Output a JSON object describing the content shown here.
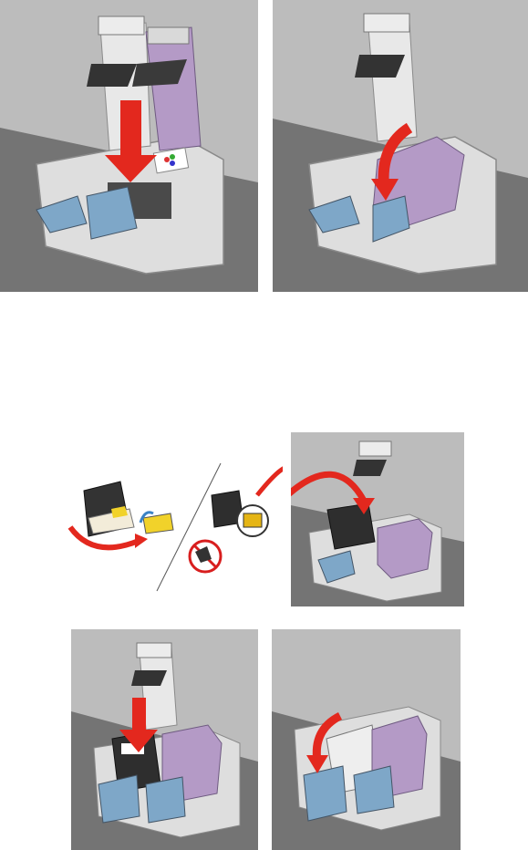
{
  "figure": {
    "panels": [
      {
        "name": "panel-insert-color-cartridge",
        "depicts": "color-cartridge-insert",
        "arrow": "down"
      },
      {
        "name": "panel-close-color-lid",
        "depicts": "color-lid-close",
        "arrow": "curved"
      },
      {
        "name": "panel-remove-tape-black-cartridge",
        "depicts": "black-cartridge-tape-removal"
      },
      {
        "name": "panel-insert-black-cartridge",
        "depicts": "black-cartridge-insert",
        "arrow": "curved"
      },
      {
        "name": "panel-push-black-cartridge",
        "depicts": "black-cartridge-seat",
        "arrow": "down"
      },
      {
        "name": "panel-close-black-lid",
        "depicts": "black-lid-close",
        "arrow": "curved"
      }
    ],
    "colors": {
      "background_light": "#b9b9b9",
      "background_dark": "#747474",
      "printer_body": "#dcdcdc",
      "color_cartridge": "#b49ac6",
      "black_cartridge": "#2e2e2e",
      "latch_blue": "#7ea7c8",
      "arrow_red": "#e3281e",
      "tape_yellow": "#f1d22a",
      "no_touch_red": "#d81e1e"
    }
  }
}
